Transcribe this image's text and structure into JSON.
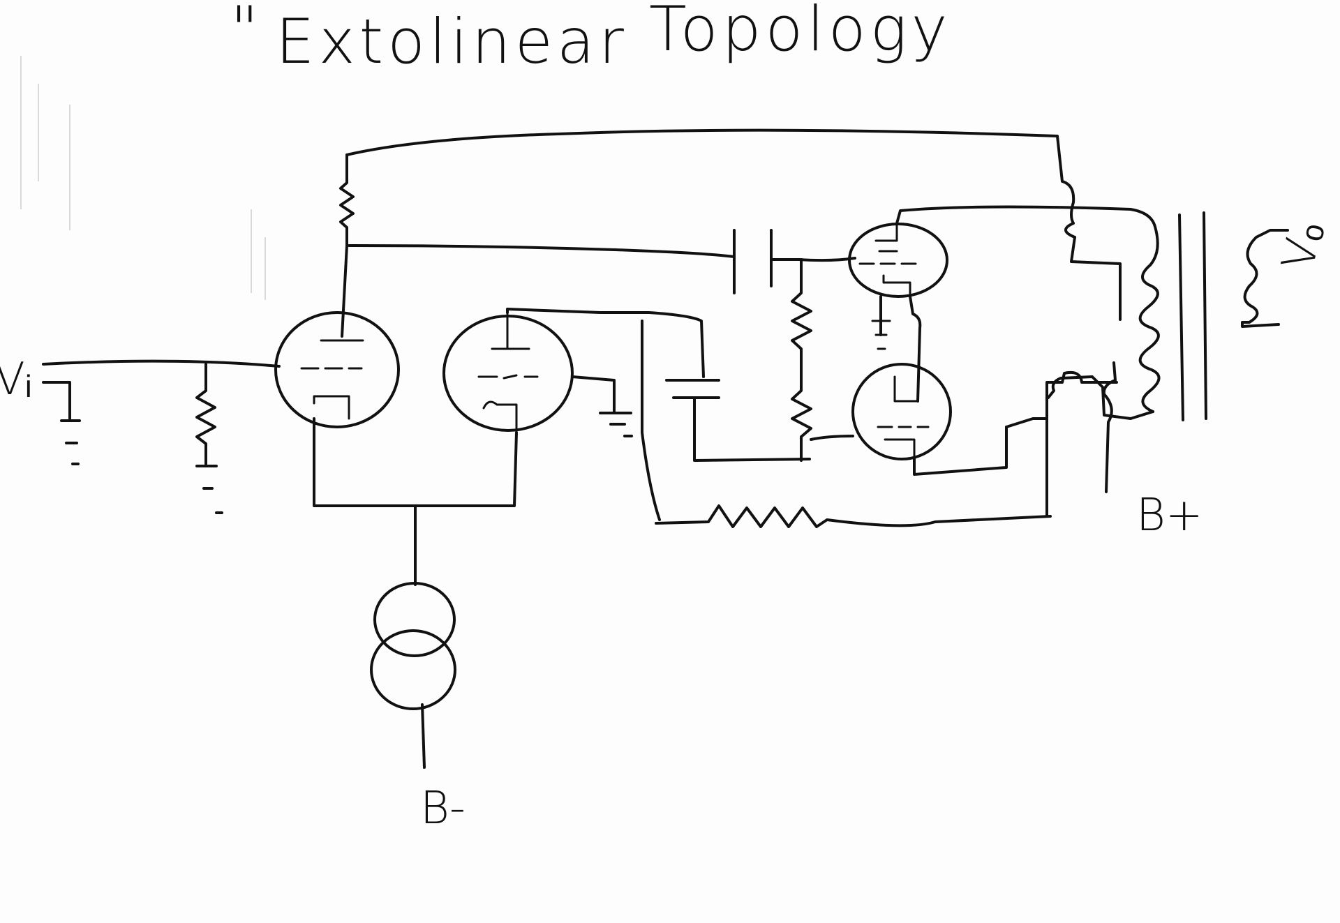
{
  "title": {
    "open_quote": "\"",
    "name": "Extolinear",
    "close_quote": "\"",
    "word": "Topology"
  },
  "labels": {
    "input": "Vᵢ",
    "output": "Vₒ",
    "b_plus": "B+",
    "b_minus": "B-"
  },
  "colors": {
    "ink": "#111111",
    "paper": "#fdfdfd"
  }
}
